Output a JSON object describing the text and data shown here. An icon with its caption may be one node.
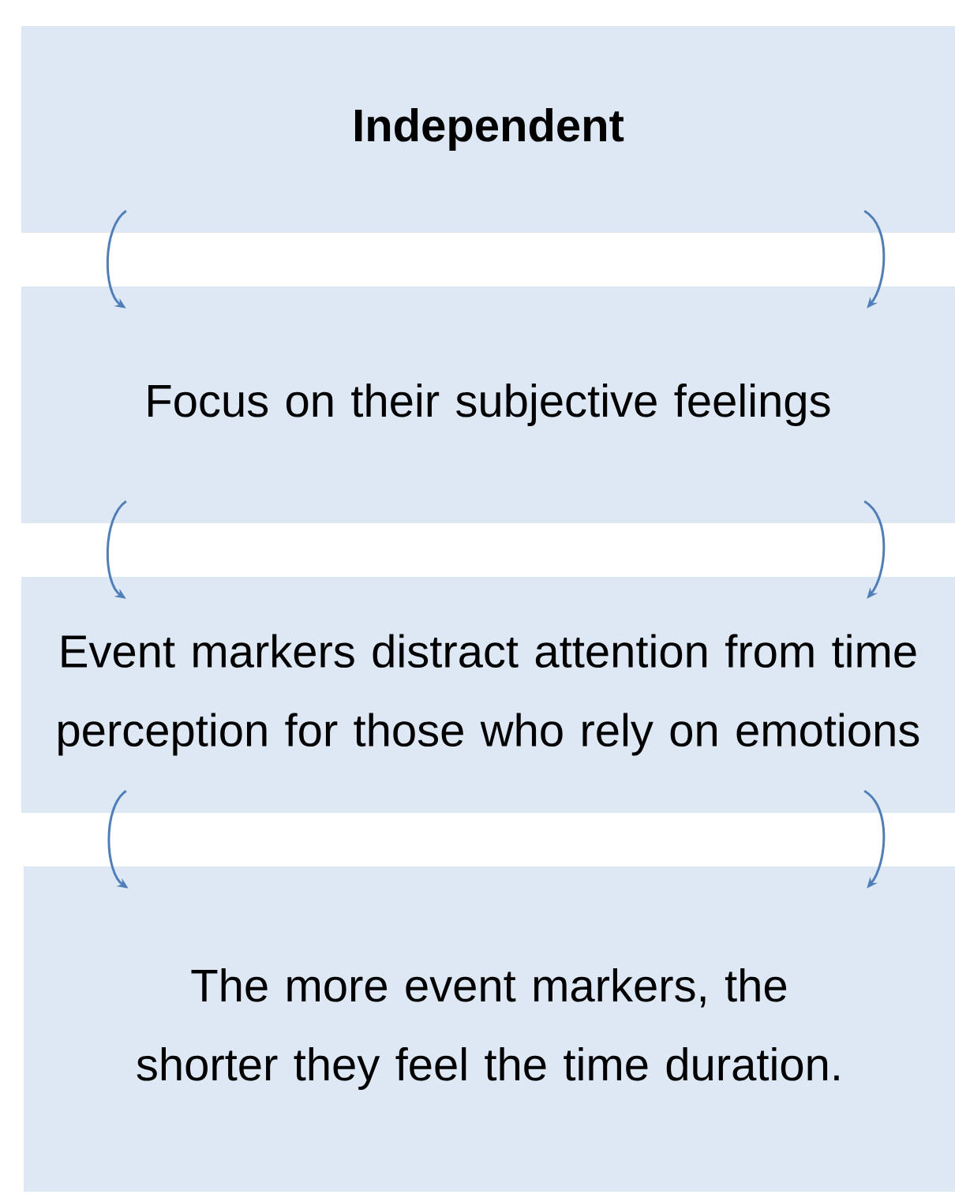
{
  "diagram": {
    "nodes": [
      {
        "text": [
          "Independent"
        ]
      },
      {
        "text": [
          "Focus on their subjective feelings"
        ]
      },
      {
        "text": [
          "Event markers distract attention from time perception for those who rely on emotions"
        ]
      },
      {
        "text": [
          "The more event markers, the shorter they feel the time duration."
        ]
      }
    ],
    "edges": [
      {
        "from": 0,
        "to": 1,
        "arrow": "to"
      },
      {
        "from": 0,
        "to": 1,
        "arrow": "to"
      },
      {
        "from": 1,
        "to": 2,
        "arrow": "to"
      },
      {
        "from": 1,
        "to": 2,
        "arrow": "to"
      },
      {
        "from": 2,
        "to": 3,
        "arrow": "to"
      },
      {
        "from": 2,
        "to": 3,
        "arrow": "to"
      }
    ]
  }
}
